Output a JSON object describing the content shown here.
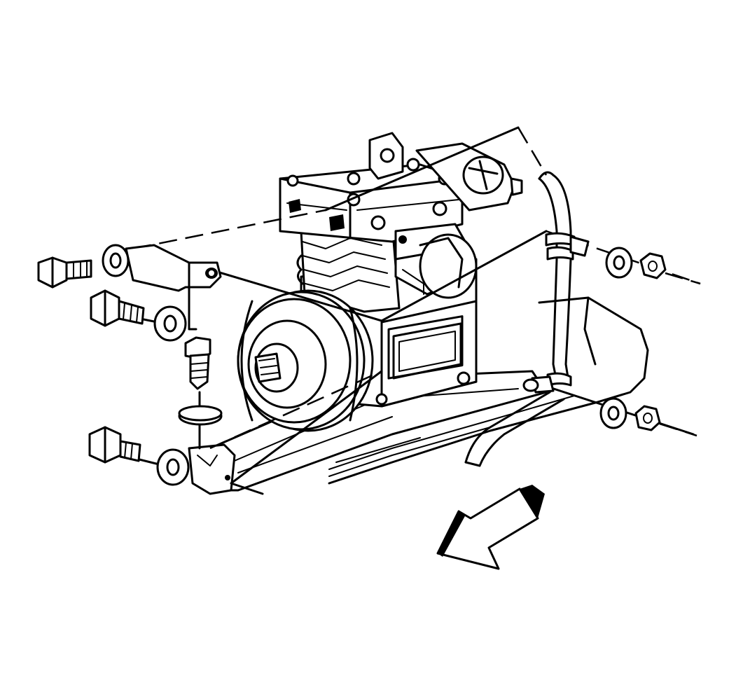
{
  "diagram": {
    "subject": "air-compressor-mounting-exploded-view",
    "stroke_color": "#000000",
    "background_color": "#ffffff",
    "parts": {
      "compressor": "compressor-body",
      "pulley": "drive-pulley",
      "mounting_bracket": "mounting-bracket",
      "upper_bolt": "hex-bolt",
      "mid_bolt": "hex-bolt",
      "lower_bolt": "hex-bolt",
      "vertical_bolt": "hex-bolt",
      "washers": "flat-washer",
      "nuts": "hex-nut",
      "hose": "air-line",
      "clip": "hose-clamp",
      "direction_arrow": "front-of-vehicle-arrow"
    }
  }
}
